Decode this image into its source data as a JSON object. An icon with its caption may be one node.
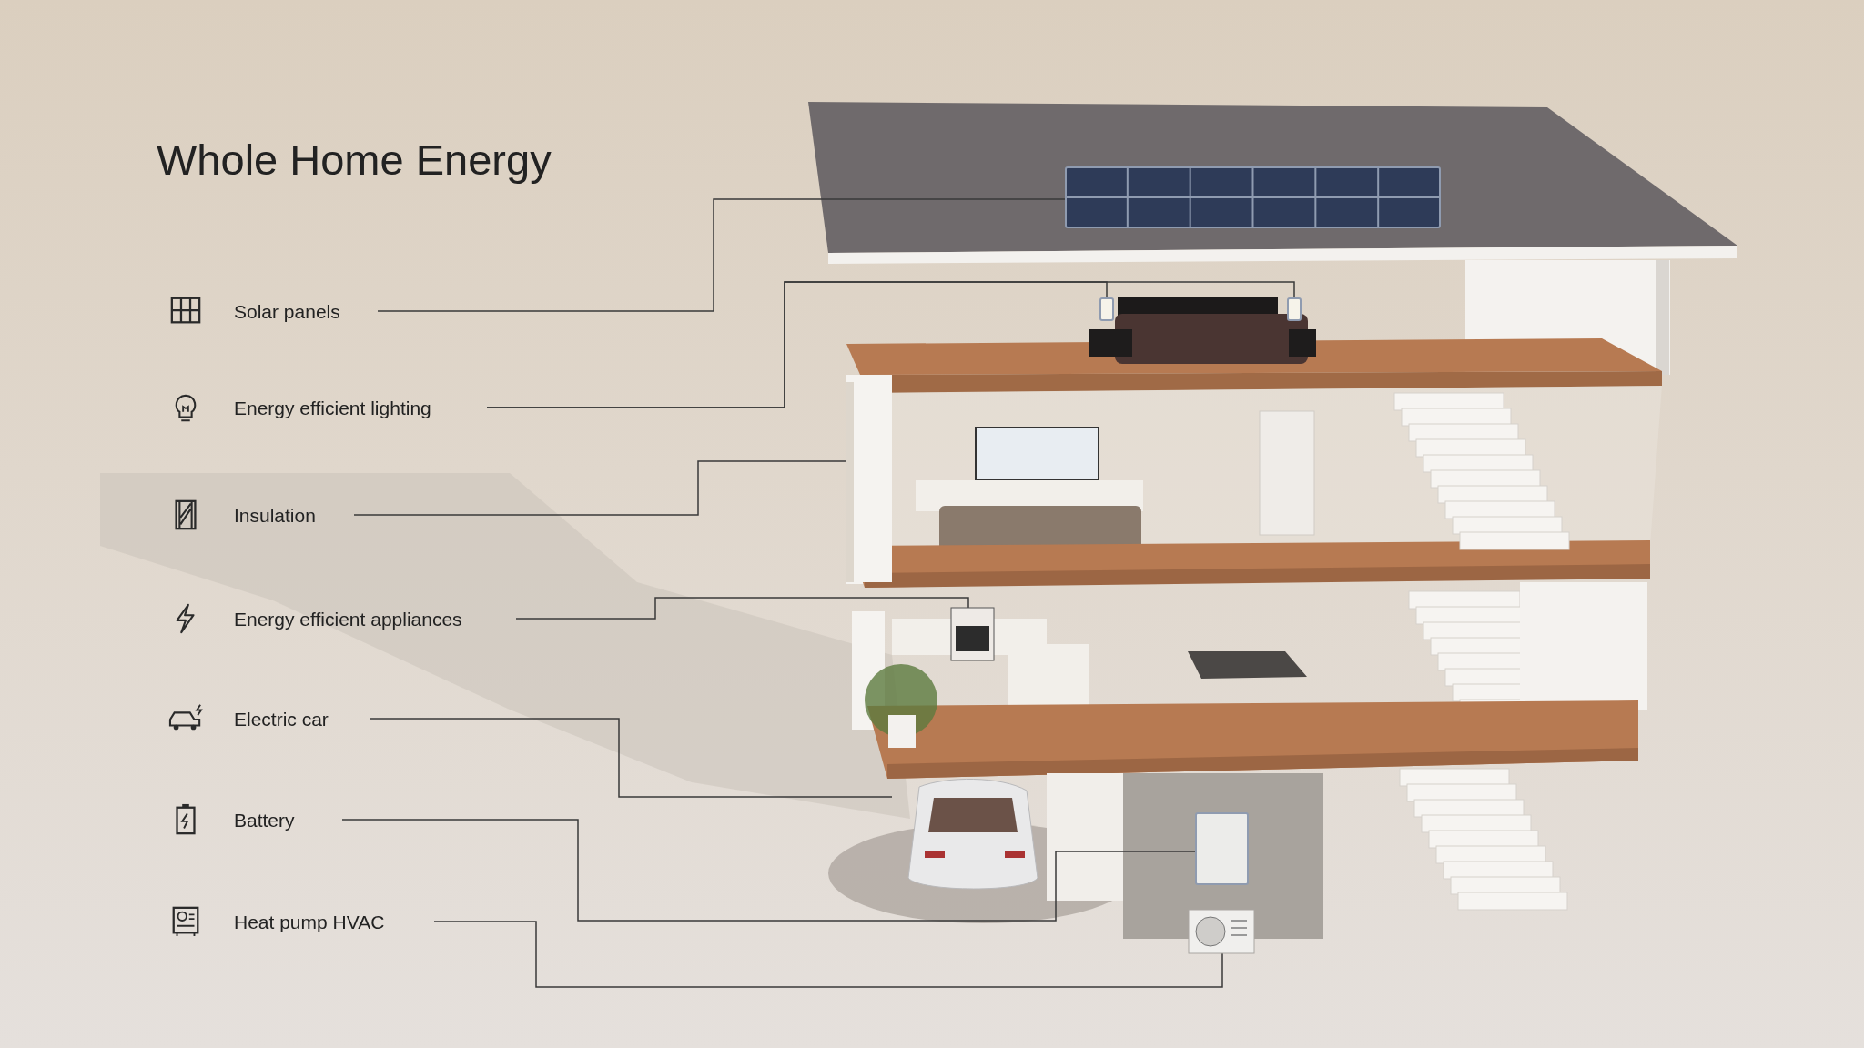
{
  "diagram": {
    "title": "Whole Home Energy",
    "nodes": [
      {
        "text": [
          "Solar panels"
        ]
      },
      {
        "text": [
          "Energy efficient lighting"
        ]
      },
      {
        "text": [
          "Insulation"
        ]
      },
      {
        "text": [
          "Energy efficient appliances"
        ]
      },
      {
        "text": [
          "Electric car"
        ]
      },
      {
        "text": [
          "Battery"
        ]
      },
      {
        "text": [
          "Heat pump HVAC"
        ]
      },
      {
        "text": [],
        "shape": "box"
      },
      {
        "text": [],
        "shape": "box"
      },
      {
        "text": [],
        "shape": "box"
      },
      {
        "text": [],
        "shape": "picture"
      },
      {
        "text": [],
        "shape": "picture"
      },
      {
        "text": [],
        "shape": "picture"
      },
      {
        "text": [],
        "shape": "box"
      },
      {
        "text": [],
        "shape": "picture"
      }
    ],
    "edges": [
      {
        "from": 0,
        "to": 7,
        "arrow": "none"
      },
      {
        "from": 1,
        "to": 8,
        "arrow": "none"
      },
      {
        "from": 1,
        "to": 9,
        "arrow": "none"
      },
      {
        "from": 2,
        "to": 10,
        "arrow": "none"
      },
      {
        "from": 3,
        "to": 11,
        "arrow": "none"
      },
      {
        "from": 4,
        "to": 12,
        "arrow": "none"
      },
      {
        "from": 5,
        "to": 13,
        "arrow": "none"
      },
      {
        "from": 6,
        "to": 14,
        "arrow": "none"
      }
    ]
  }
}
